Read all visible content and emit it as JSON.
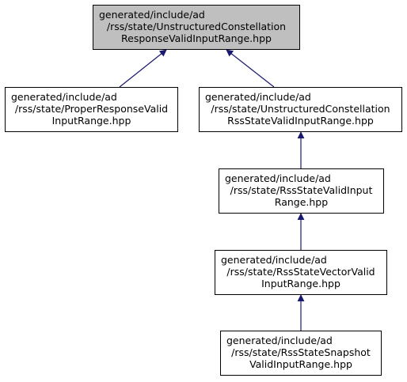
{
  "colors": {
    "edge": "#191970",
    "root_fill": "#bfbfbf",
    "node_fill": "#ffffff",
    "border": "#000000"
  },
  "nodes": {
    "root": [
      "generated/include/ad",
      "/rss/state/UnstructuredConstellation",
      "ResponseValidInputRange.hpp"
    ],
    "proper_response": [
      "generated/include/ad",
      "/rss/state/ProperResponseValid",
      "InputRange.hpp"
    ],
    "unstructured_rss_state": [
      "generated/include/ad",
      "/rss/state/UnstructuredConstellation",
      "RssStateValidInputRange.hpp"
    ],
    "rss_state": [
      "generated/include/ad",
      "/rss/state/RssStateValidInput",
      "Range.hpp"
    ],
    "rss_state_vector": [
      "generated/include/ad",
      "/rss/state/RssStateVectorValid",
      "InputRange.hpp"
    ],
    "rss_state_snapshot": [
      "generated/include/ad",
      "/rss/state/RssStateSnapshot",
      "ValidInputRange.hpp"
    ]
  }
}
